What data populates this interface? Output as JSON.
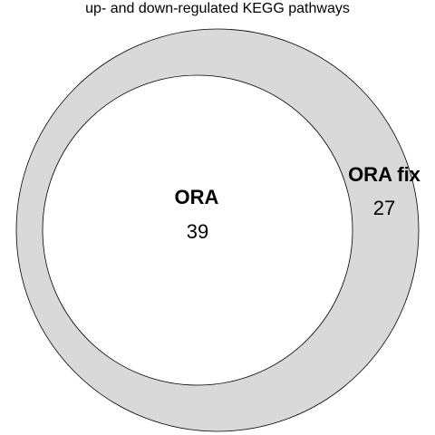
{
  "title": "up- and down-regulated KEGG pathways",
  "sets": [
    {
      "label": "ORA fix",
      "count": "27",
      "fill": "#d9d9d9"
    },
    {
      "label": "ORA",
      "count": "39",
      "fill": "#ffffff"
    }
  ],
  "colors": {
    "outline": "#000000",
    "background": "#ffffff"
  }
}
